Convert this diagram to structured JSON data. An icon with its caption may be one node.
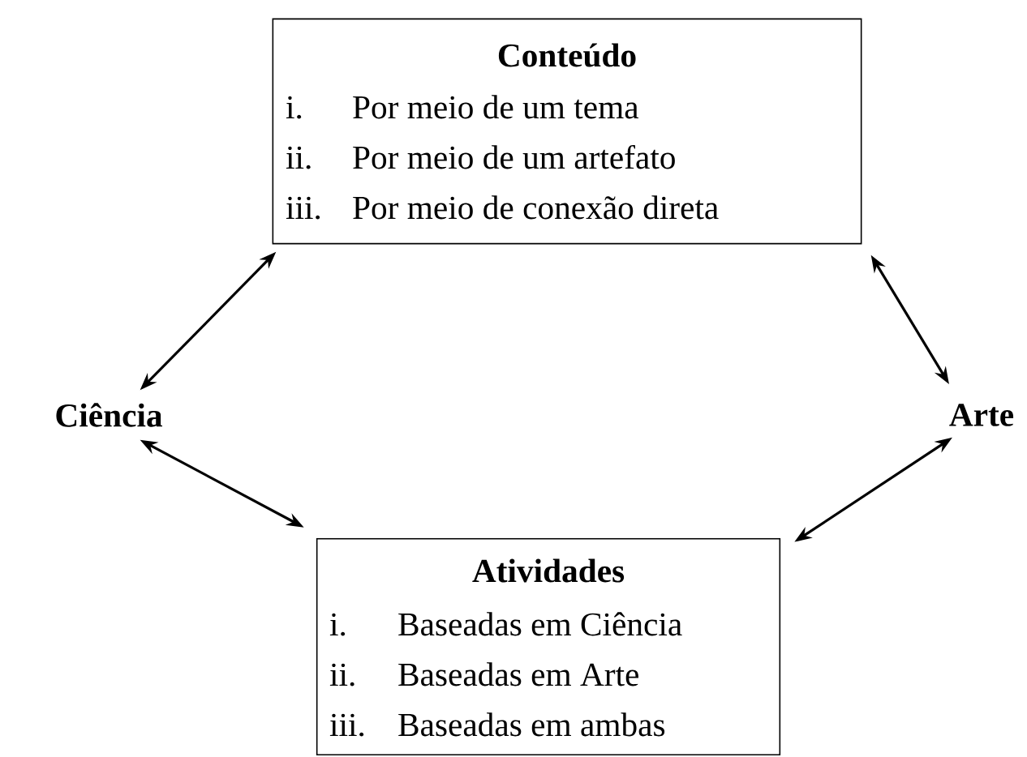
{
  "diagram": {
    "nodes": [
      {
        "text": [
          "Conteúdo",
          "i.",
          "Por meio de um tema",
          "ii.",
          "Por meio de um artefato",
          "iii.",
          "Por meio de conexão direta"
        ]
      },
      {
        "text": [
          "Ciência"
        ]
      },
      {
        "text": [
          "Arte"
        ]
      },
      {
        "text": [
          "Atividades",
          "i.",
          "Baseadas em Ciência",
          "ii.",
          "Baseadas em Arte",
          "iii.",
          "Baseadas em ambas"
        ]
      }
    ],
    "edges": [
      {
        "from": 1,
        "to": 0,
        "arrow": "both"
      },
      {
        "from": 0,
        "to": 2,
        "arrow": "both"
      },
      {
        "from": 1,
        "to": 3,
        "arrow": "both"
      },
      {
        "from": 2,
        "to": 3,
        "arrow": "both"
      }
    ]
  }
}
